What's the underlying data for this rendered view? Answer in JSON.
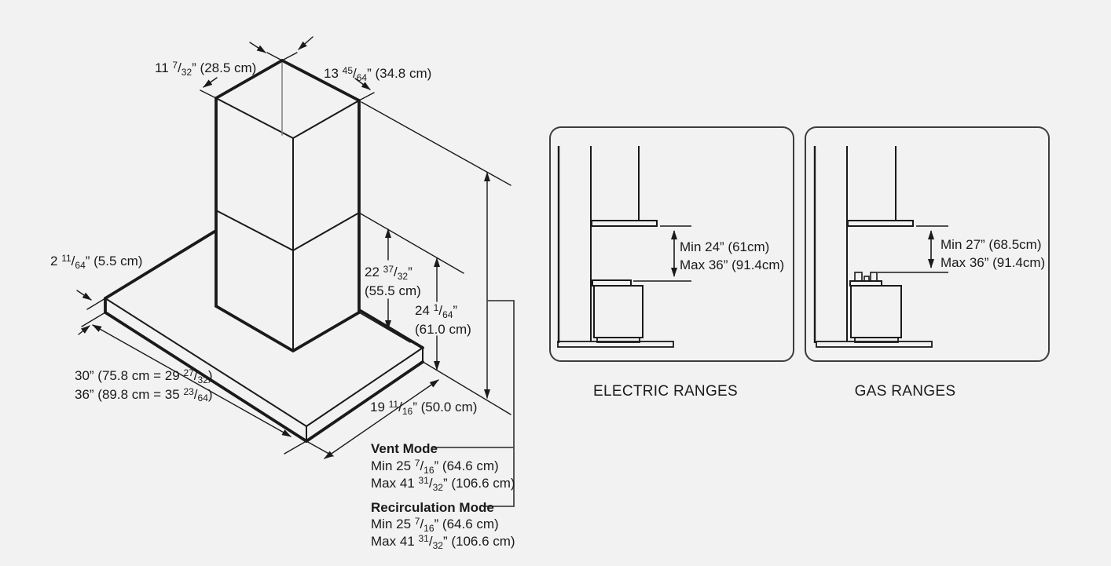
{
  "theme": {
    "background": "#f2f2f2",
    "ink": "#1a1a1a",
    "muted_line": "#808080",
    "panel_border": "#3d3d3d"
  },
  "iso": {
    "chimney_depth": [
      {
        "t": "11 "
      },
      {
        "t": "7",
        "s": "sup"
      },
      {
        "t": "/"
      },
      {
        "t": "32",
        "s": "sub"
      },
      {
        "t": "” (28.5 cm)"
      }
    ],
    "chimney_width": [
      {
        "t": "13 "
      },
      {
        "t": "45",
        "s": "sup"
      },
      {
        "t": "/"
      },
      {
        "t": "64",
        "s": "sub"
      },
      {
        "t": "” (34.8 cm)"
      }
    ],
    "base_thickness": [
      {
        "t": "2 "
      },
      {
        "t": "11",
        "s": "sup"
      },
      {
        "t": "/"
      },
      {
        "t": "64",
        "s": "sub"
      },
      {
        "t": "” (5.5 cm)"
      }
    ],
    "duct_lower_line1": [
      {
        "t": "22 "
      },
      {
        "t": "37",
        "s": "sup"
      },
      {
        "t": "/"
      },
      {
        "t": "32",
        "s": "sub"
      },
      {
        "t": "”"
      }
    ],
    "duct_lower_line2": [
      {
        "t": "(55.5 cm)"
      }
    ],
    "duct_total_line1": [
      {
        "t": "24 "
      },
      {
        "t": "1",
        "s": "sup"
      },
      {
        "t": "/"
      },
      {
        "t": "64",
        "s": "sub"
      },
      {
        "t": "”"
      }
    ],
    "duct_total_line2": [
      {
        "t": "(61.0 cm)"
      }
    ],
    "width_30": [
      {
        "t": "30” (75.8 cm = 29 "
      },
      {
        "t": "27",
        "s": "sup"
      },
      {
        "t": "/"
      },
      {
        "t": "32",
        "s": "sub"
      },
      {
        "t": ")"
      }
    ],
    "width_36": [
      {
        "t": "36” (89.8 cm = 35 "
      },
      {
        "t": "23",
        "s": "sup"
      },
      {
        "t": "/"
      },
      {
        "t": "64",
        "s": "sub"
      },
      {
        "t": ")"
      }
    ],
    "depth": [
      {
        "t": "19 "
      },
      {
        "t": "11",
        "s": "sup"
      },
      {
        "t": "/"
      },
      {
        "t": "16",
        "s": "sub"
      },
      {
        "t": "” (50.0 cm)"
      }
    ],
    "vent": {
      "title": "Vent Mode",
      "min": [
        {
          "t": "Min 25 "
        },
        {
          "t": "7",
          "s": "sup"
        },
        {
          "t": "/"
        },
        {
          "t": "16",
          "s": "sub"
        },
        {
          "t": "” (64.6 cm)"
        }
      ],
      "max": [
        {
          "t": "Max 41 "
        },
        {
          "t": "31",
          "s": "sup"
        },
        {
          "t": "/"
        },
        {
          "t": "32",
          "s": "sub"
        },
        {
          "t": "” (106.6 cm)"
        }
      ]
    },
    "recirculation": {
      "title": "Recirculation Mode",
      "min": [
        {
          "t": "Min 25 "
        },
        {
          "t": "7",
          "s": "sup"
        },
        {
          "t": "/"
        },
        {
          "t": "16",
          "s": "sub"
        },
        {
          "t": "” (64.6 cm)"
        }
      ],
      "max": [
        {
          "t": "Max 41 "
        },
        {
          "t": "31",
          "s": "sup"
        },
        {
          "t": "/"
        },
        {
          "t": "32",
          "s": "sub"
        },
        {
          "t": "” (106.6 cm)"
        }
      ]
    }
  },
  "panels": {
    "electric": {
      "title": "ELECTRIC RANGES",
      "min": "Min 24” (61cm)",
      "max": "Max 36” (91.4cm)"
    },
    "gas": {
      "title": "GAS RANGES",
      "min": "Min 27” (68.5cm)",
      "max": "Max 36” (91.4cm)"
    }
  }
}
